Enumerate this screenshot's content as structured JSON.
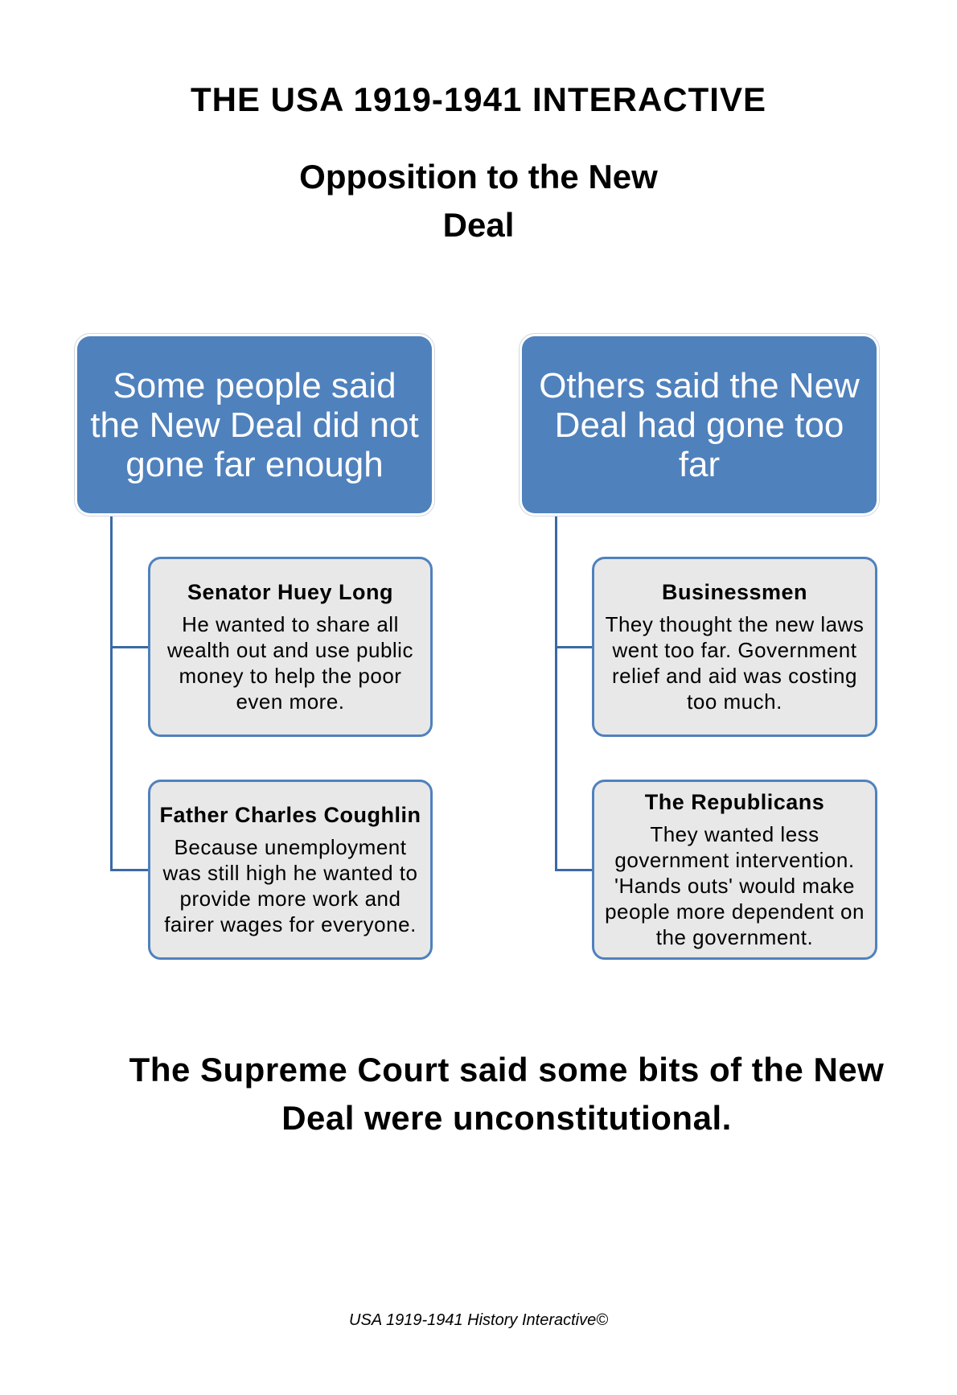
{
  "title": "THE USA 1919-1941 INTERACTIVE",
  "subtitle": "Opposition to the New Deal",
  "left": {
    "heading": "Some people said the New Deal did not gone far enough",
    "items": [
      {
        "title": "Senator Huey Long",
        "body": "He wanted to share all wealth out and use public money to help the poor even more."
      },
      {
        "title": "Father Charles Coughlin",
        "body": "Because unemployment was still high he wanted to provide more work and fairer wages for everyone."
      }
    ]
  },
  "right": {
    "heading": "Others said the New Deal had gone too far",
    "items": [
      {
        "title": "Businessmen",
        "body": "They thought the new laws went too far. Government relief and aid was costing too much."
      },
      {
        "title": "The Republicans",
        "body": "They wanted less government intervention. 'Hands outs' would make people more dependent on the government."
      }
    ]
  },
  "conclusion": "The Supreme Court said some bits of the New Deal were unconstitutional.",
  "footer": "USA 1919-1941 History Interactive©",
  "colors": {
    "accent": "#4f81bd",
    "box": "#e8e8e8"
  }
}
